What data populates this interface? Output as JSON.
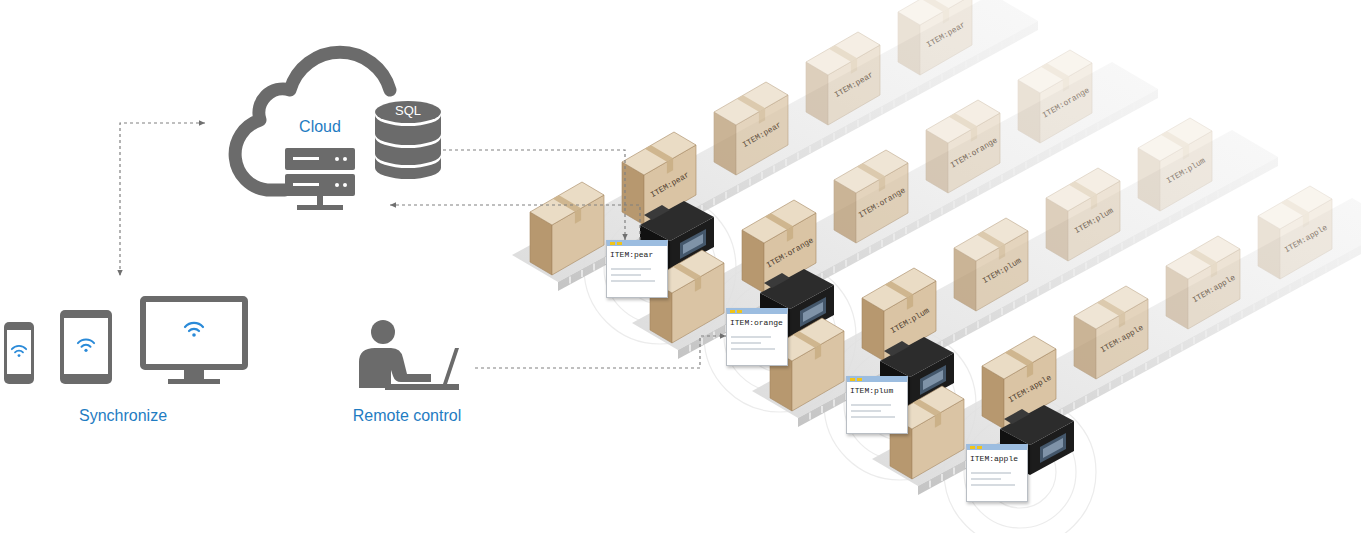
{
  "diagram": {
    "nodes": [
      {
        "text": [
          "Cloud"
        ]
      },
      {
        "text": [
          "SQL"
        ]
      },
      {
        "text": [
          "Synchronize"
        ]
      },
      {
        "text": [
          "Remote control"
        ]
      },
      {
        "text": [
          "ITEM:pear"
        ]
      },
      {
        "text": [
          "ITEM:orange"
        ]
      },
      {
        "text": [
          "ITEM:plum"
        ]
      },
      {
        "text": [
          "ITEM:apple"
        ]
      }
    ],
    "edges": [
      {
        "from": 0,
        "to": 2,
        "arrow": "both"
      },
      {
        "from": 1,
        "to": 4,
        "arrow": "to"
      },
      {
        "from": 4,
        "to": 0,
        "arrow": "to"
      },
      {
        "from": 3,
        "to": 5,
        "arrow": "to"
      }
    ],
    "labels": [
      "ITEM:pear",
      "ITEM:pear",
      "ITEM:pear",
      "ITEM:pear",
      "ITEM:orange",
      "ITEM:orange",
      "ITEM:orange",
      "ITEM:orange",
      "ITEM:plum",
      "ITEM:plum",
      "ITEM:plum",
      "ITEM:plum",
      "ITEM:apple",
      "ITEM:apple",
      "ITEM:apple",
      "ITEM:apple"
    ]
  }
}
